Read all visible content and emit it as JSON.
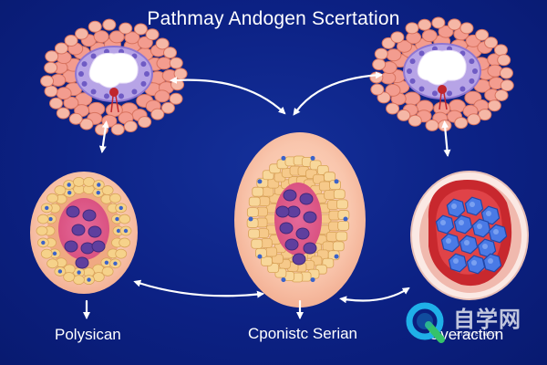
{
  "diagram": {
    "title": "Pathmay Andogen Scertation",
    "labels": {
      "left": "Polysican",
      "center": "Cponistc Serian",
      "right": "Overaction"
    }
  },
  "watermark": {
    "text": "自学网",
    "sub": "ZIXUE.NET"
  },
  "colors": {
    "background": "#0c2184",
    "cell_pink": "#f2a39b",
    "cell_orange": "#f6c98a",
    "nucleus_purple": "#6a4fa8",
    "blue_cluster": "#3f6fe0",
    "red_lesion": "#c8282e",
    "arrow": "#ffffff"
  }
}
